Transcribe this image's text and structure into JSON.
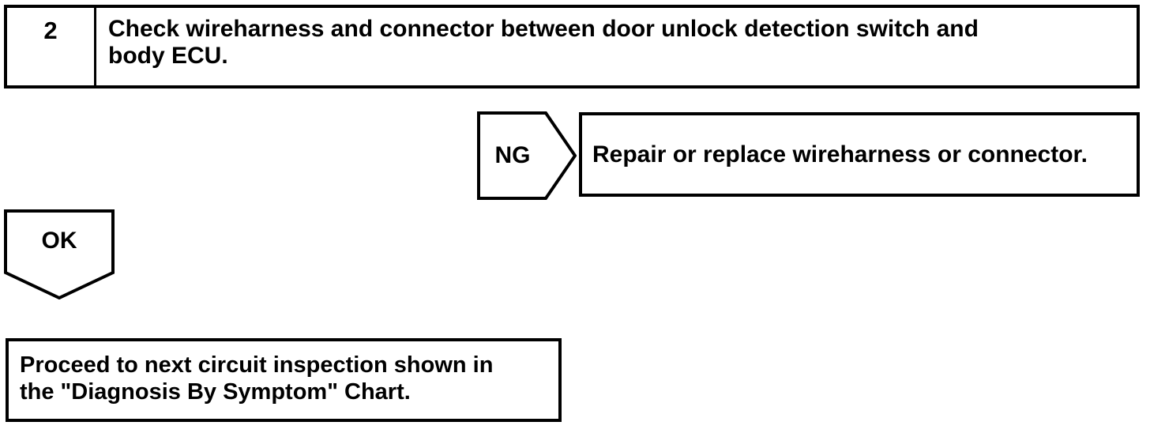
{
  "meta": {
    "background_color": "#ffffff",
    "line_color": "#000000",
    "text_color": "#000000"
  },
  "flowchart": {
    "step": {
      "number": "2",
      "instruction_line1": "Check wireharness and connector between door unlock detection switch and",
      "instruction_line2": "body ECU."
    },
    "ng_branch": {
      "label": "NG",
      "action": "Repair or replace wireharness or connector."
    },
    "ok_branch": {
      "label": "OK",
      "action_line1": "Proceed to next circuit inspection shown in",
      "action_line2": "the \"Diagnosis By Symptom\" Chart."
    }
  }
}
